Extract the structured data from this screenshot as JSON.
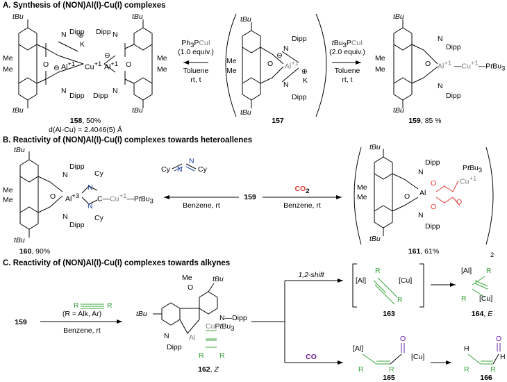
{
  "sections": {
    "a": "A. Synthesis of (NON)Al(I)-Cu(I) complexes",
    "b": "B. Reactivity of (NON)Al(I)-Cu(I) complexes towards heteroallenes",
    "c": "C. Reactivity of (NON)Al(I)-Cu(I) complexes towards alkynes"
  },
  "labels": {
    "tBu": "tBu",
    "t": "t",
    "Bu": "Bu",
    "PtBu3_pre": "P",
    "PtBu3_t": "t",
    "PtBu3_post": "Bu",
    "sub3": "3",
    "Me": "Me",
    "N": "N",
    "O": "O",
    "Dipp": "Dipp",
    "Al": "Al",
    "Cu": "Cu",
    "K": "K",
    "ox_p1": "+1",
    "ox_p3": "+3",
    "minus": "⊖",
    "plus": "⊕",
    "Cy": "Cy",
    "C": "C",
    "R": "R",
    "E": "E",
    "Z": "Z",
    "H": "H",
    "Al_br": "[Al]",
    "Cu_br": "[Cu]",
    "CO": "CO",
    "CO2_pre": "CO",
    "CO2_sub": "2"
  },
  "compounds": {
    "c158": "158",
    "c158_yield": ",  50%",
    "c158_dist": "d(Al-Cu) = 2.4046(5) Å",
    "c157": "157",
    "c159": "159",
    "c159_yield": ", 85 %",
    "c160": "160",
    "c160_yield": ",  90%",
    "c161": "161",
    "c161_yield": ",  61%",
    "c161_sub": "2",
    "c162": "162",
    "c162_sep": ", ",
    "c163": "163",
    "c164": "164",
    "c164_sep": ", ",
    "c165": "165",
    "c166": "166"
  },
  "conditions": {
    "ph3": "Ph",
    "ph3_sub": "3",
    "ph3_p": "P",
    "cui": "CuI",
    "equiv1": "(1.0 equiv.)",
    "equiv2": "(2.0 equiv.)",
    "toluene": "Toluene",
    "rt_t": "rt, t",
    "benzene_rt": "Benzene, rt",
    "shift": "1,2-shift",
    "alk": "(R = Alk, Ar)"
  },
  "colors": {
    "gray": "#7f7f7f",
    "green": "#38a33a",
    "purple": "#6a1b9a",
    "red": "#e53935",
    "blue": "#1e3fa8"
  }
}
